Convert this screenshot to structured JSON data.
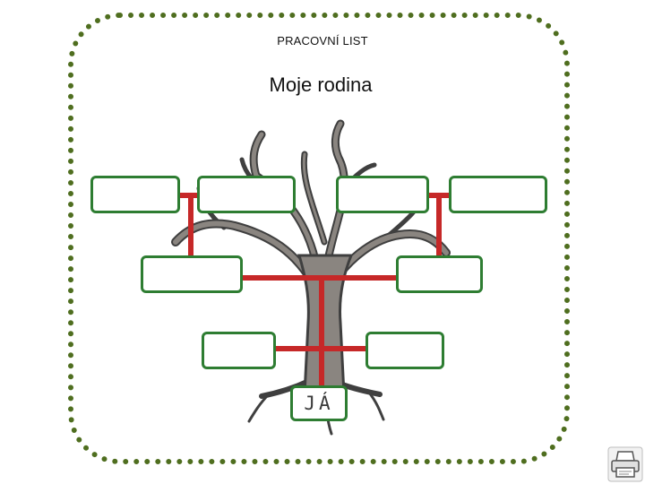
{
  "header": {
    "worksheet_label": "PRACOVNÍ LIST",
    "title": "Moje rodina"
  },
  "tree": {
    "me_label": "JÁ",
    "empty_boxes": [
      "",
      "",
      "",
      "",
      "",
      "",
      "",
      ""
    ]
  },
  "colors": {
    "frame": "#4f6e1f",
    "box_border": "#2e7d32",
    "connector": "#c62828",
    "trunk": "#8a8580"
  },
  "icons": {
    "print": "printer-icon"
  }
}
